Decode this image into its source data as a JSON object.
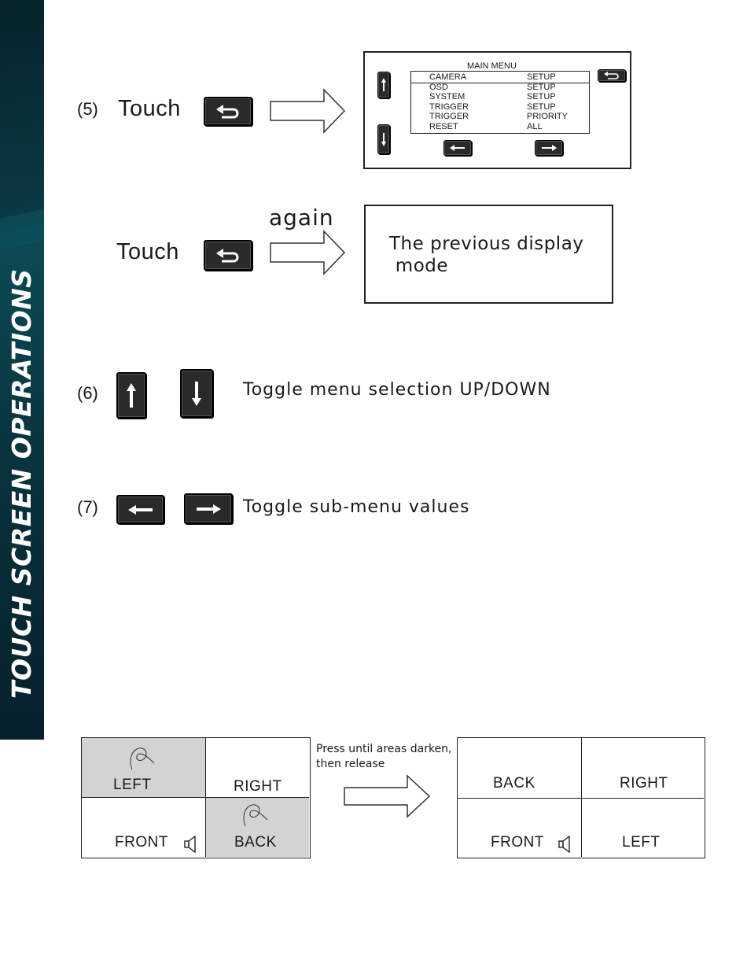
{
  "sidebar": {
    "title": "TOUCH SCREEN OPERATIONS"
  },
  "colors": {
    "sidebar_dark": "#06232b",
    "sidebar_teal": "#0b4a54",
    "highlight_cell": "#d3d3d3",
    "key_black": "#2a2a2a"
  },
  "step5": {
    "number": "(5)",
    "touch_label": "Touch",
    "key_icon": "back-arrow-icon",
    "menu_screen": {
      "title": "MAIN MENU",
      "rows": [
        {
          "item": "CAMERA",
          "value": "SETUP"
        },
        {
          "item": "OSD",
          "value": "SETUP"
        },
        {
          "item": "SYSTEM",
          "value": "SETUP"
        },
        {
          "item": "TRIGGER",
          "value": "SETUP"
        },
        {
          "item": "TRIGGER",
          "value": "PRIORITY"
        },
        {
          "item": "RESET",
          "value": "ALL"
        }
      ]
    }
  },
  "step5b": {
    "touch_label": "Touch",
    "again_label": "again",
    "result_text": "The previous display\n mode"
  },
  "step6": {
    "number": "(6)",
    "description": "Toggle menu selection UP/DOWN"
  },
  "step7": {
    "number": "(7)",
    "description": "Toggle sub-menu values"
  },
  "quad": {
    "instruction": "Press until areas darken,\nthen release",
    "before": {
      "top_left": "LEFT",
      "top_right": "RIGHT",
      "bottom_left": "FRONT",
      "bottom_right": "BACK"
    },
    "after": {
      "top_left": "BACK",
      "top_right": "RIGHT",
      "bottom_left": "FRONT",
      "bottom_right": "LEFT"
    }
  }
}
